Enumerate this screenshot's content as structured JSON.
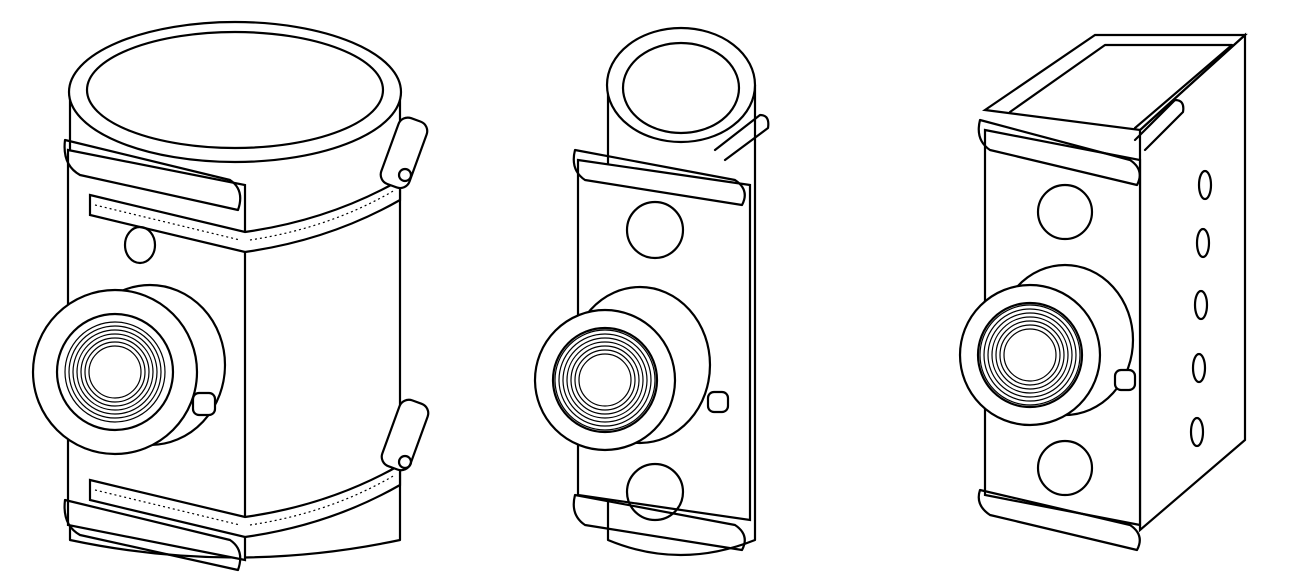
{
  "colors": {
    "background": "#ffffff",
    "line": "#000000"
  },
  "parts": [
    {
      "id": "round-pipe-clamp-fitting"
    },
    {
      "id": "round-pipe-saddle-fitting"
    },
    {
      "id": "square-tube-saddle-fitting"
    }
  ]
}
